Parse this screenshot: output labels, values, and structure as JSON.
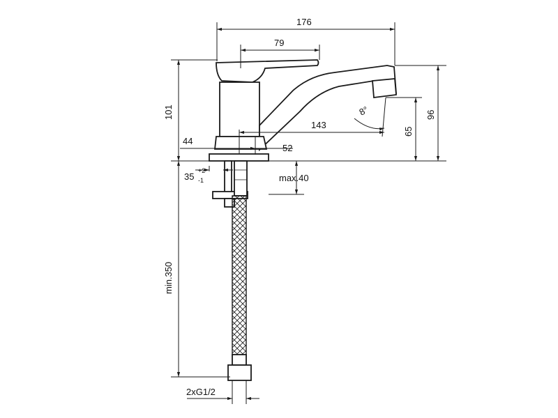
{
  "dimensions": {
    "total_width": "176",
    "lever_length": "79",
    "overall_height": "101",
    "spout_height": "96",
    "spout_reach": "143",
    "outlet_height": "65",
    "outlet_angle": "8°",
    "base_left": "44",
    "base_right": "52",
    "hole_diameter": "35",
    "hole_tol_plus": "+2",
    "hole_tol_minus": "-1",
    "max_thickness": "max.40",
    "hose_length": "min.350",
    "connection": "2xG1/2"
  },
  "colors": {
    "line": "#1a1a1a",
    "background": "#ffffff"
  }
}
